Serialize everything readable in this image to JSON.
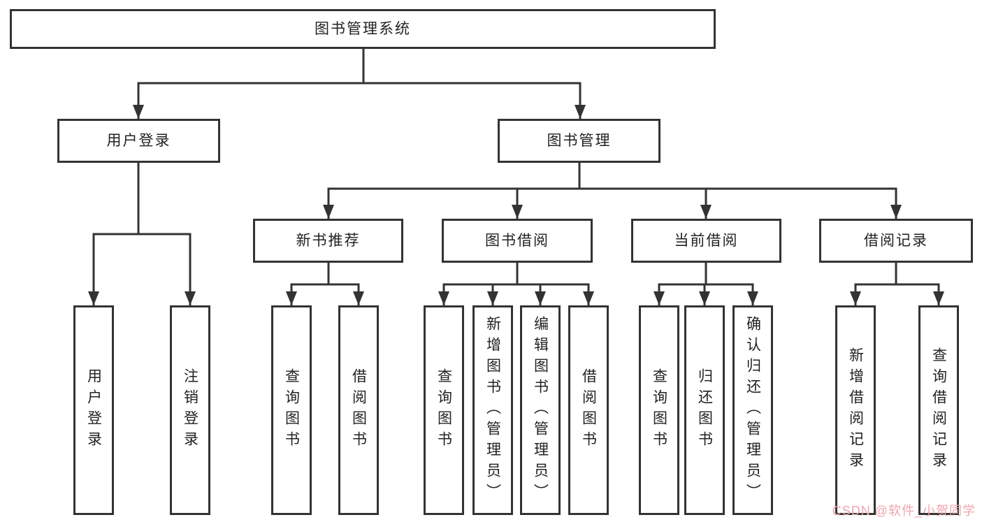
{
  "diagram": {
    "title_node": {
      "label": "图书管理系统"
    },
    "level1": [
      {
        "label": "用户登录"
      },
      {
        "label": "图书管理"
      }
    ],
    "level2": [
      {
        "label": "新书推荐",
        "parent": "图书管理"
      },
      {
        "label": "图书借阅",
        "parent": "图书管理"
      },
      {
        "label": "当前借阅",
        "parent": "图书管理"
      },
      {
        "label": "借阅记录",
        "parent": "图书管理"
      }
    ],
    "leaves": [
      {
        "label": "用户登录",
        "parent": "用户登录"
      },
      {
        "label": "注销登录",
        "parent": "用户登录"
      },
      {
        "label": "查询图书",
        "parent": "新书推荐"
      },
      {
        "label": "借阅图书",
        "parent": "新书推荐"
      },
      {
        "label": "查询图书",
        "parent": "图书借阅"
      },
      {
        "label": "新增图书（管理员）",
        "parent": "图书借阅"
      },
      {
        "label": "编辑图书（管理员）",
        "parent": "图书借阅"
      },
      {
        "label": "借阅图书",
        "parent": "图书借阅"
      },
      {
        "label": "查询图书",
        "parent": "当前借阅"
      },
      {
        "label": "归还图书",
        "parent": "当前借阅"
      },
      {
        "label": "确认归还（管理员）",
        "parent": "当前借阅"
      },
      {
        "label": "新增借阅记录",
        "parent": "借阅记录"
      },
      {
        "label": "查询借阅记录",
        "parent": "借阅记录"
      }
    ],
    "watermark": "CSDN @软件_小贺同学"
  },
  "colors": {
    "line": "#333333",
    "text": "#222222",
    "watermark": "#f0a4ae",
    "bg": "#ffffff"
  }
}
